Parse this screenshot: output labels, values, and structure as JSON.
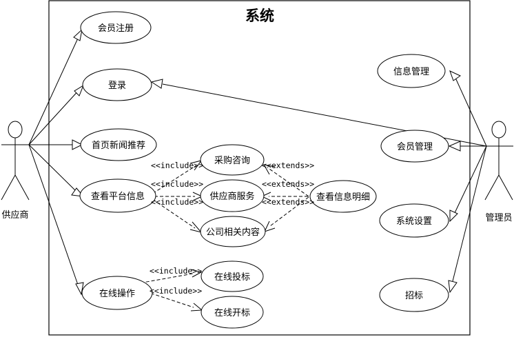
{
  "diagram": {
    "title": "系统",
    "actors": {
      "supplier": "供应商",
      "admin": "管理员"
    },
    "use_cases": {
      "register": "会员注册",
      "login": "登录",
      "news": "首页新闻推荐",
      "platform_info": "查看平台信息",
      "purchase": "采购咨询",
      "supplier_service": "供应商服务",
      "company": "公司相关内容",
      "detail": "查看信息明细",
      "online_op": "在线操作",
      "bid": "在线投标",
      "open_bid": "在线开标",
      "info_mgmt": "信息管理",
      "member_mgmt": "会员管理",
      "sys_settings": "系统设置",
      "tender": "招标"
    },
    "stereotypes": {
      "include": "<<include>>",
      "extends": "<<extends>>"
    }
  }
}
